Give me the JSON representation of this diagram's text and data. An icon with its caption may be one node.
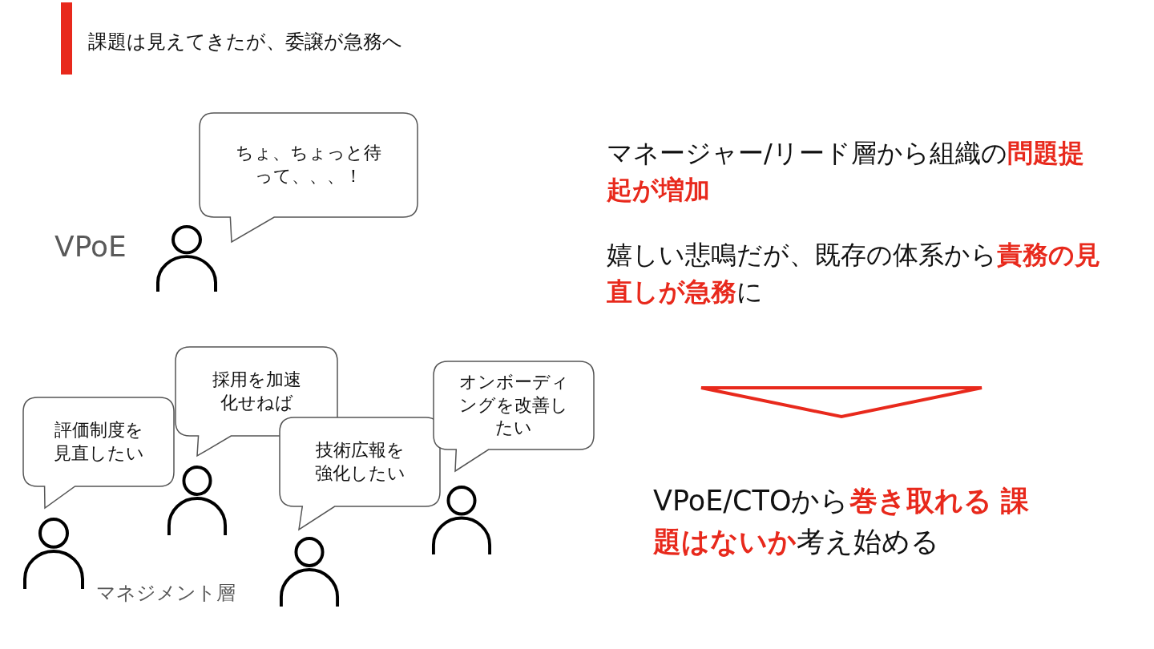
{
  "diagram": {
    "title": "課題は見えてきたが、委譲が急務へ",
    "nodes": [
      {
        "text": [
          "ちょ、ちょっと待って、、、！"
        ]
      },
      {
        "text": [],
        "shape": "person"
      },
      {
        "text": [
          "マネージャー/リード層から組織の**問題提起が増加**",
          "嬉しい悲鳴だが、既存の体系から**責務の見直しが急務**に"
        ]
      },
      {
        "text": [
          "評価制度を見直したい"
        ]
      },
      {
        "text": [
          "採用を加速化せねば"
        ]
      },
      {
        "text": [
          "技術広報を強化したい"
        ]
      },
      {
        "text": [
          "オンボーディングを改善したい"
        ]
      },
      {
        "text": [],
        "shape": "person"
      },
      {
        "text": [],
        "shape": "person"
      },
      {
        "text": [],
        "shape": "person"
      },
      {
        "text": [],
        "shape": "person"
      },
      {
        "text": [
          "VPoE/CTOから**巻き取れる** **課題はないか**考え始める"
        ]
      }
    ],
    "edges": [
      {
        "from": 2,
        "to": 11,
        "arrow": "to",
        "color": "#e8291c"
      }
    ],
    "labels": [
      "VPoE",
      "マネジメント層"
    ]
  }
}
